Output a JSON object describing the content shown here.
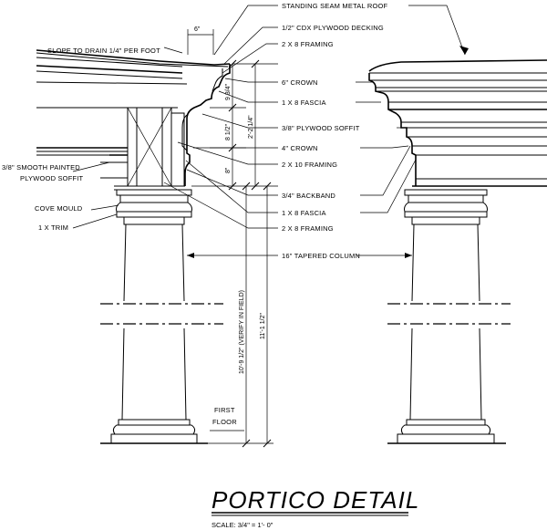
{
  "labels": {
    "standing_seam": "STANDING SEAM METAL ROOF",
    "cdx_decking": "1/2\" CDX PLYWOOD DECKING",
    "framing_2x8_top": "2 X 8 FRAMING",
    "crown_6": "6\" CROWN",
    "fascia_1x8_top": "1 X 8 FASCIA",
    "soffit_38": "3/8\" PLYWOOD SOFFIT",
    "crown_4": "4\" CROWN",
    "framing_2x10": "2 X 10 FRAMING",
    "backband": "3/4\" BACKBAND",
    "fascia_1x8_bot": "1 X 8 FASCIA",
    "framing_2x8_bot": "2 X 8 FRAMING",
    "tapered_column": "16\" TAPERED COLUMN",
    "slope": "SLOPE TO DRAIN 1/4\" PER FOOT",
    "smooth_soffit_1": "3/8\" SMOOTH PAINTED",
    "smooth_soffit_2": "PLYWOOD SOFFIT",
    "cove_mould": "COVE MOULD",
    "trim_1x": "1 X TRIM",
    "first_floor_1": "FIRST",
    "first_floor_2": "FLOOR"
  },
  "dimensions": {
    "d_6in": "6\"",
    "d_9_3_4": "9 3/4\"",
    "d_8_1_2": "8 1/2\"",
    "d_2_2_1_4": "2'-2 1/4\"",
    "d_8in": "8\"",
    "d_10_9_1_2": "10'-9 1/2\" (VERIFY IN FIELD)",
    "d_11_1_1_2": "11'-1 1/2\""
  },
  "title": "PORTICO DETAIL",
  "scale": "SCALE: 3/4\" = 1'- 0\""
}
